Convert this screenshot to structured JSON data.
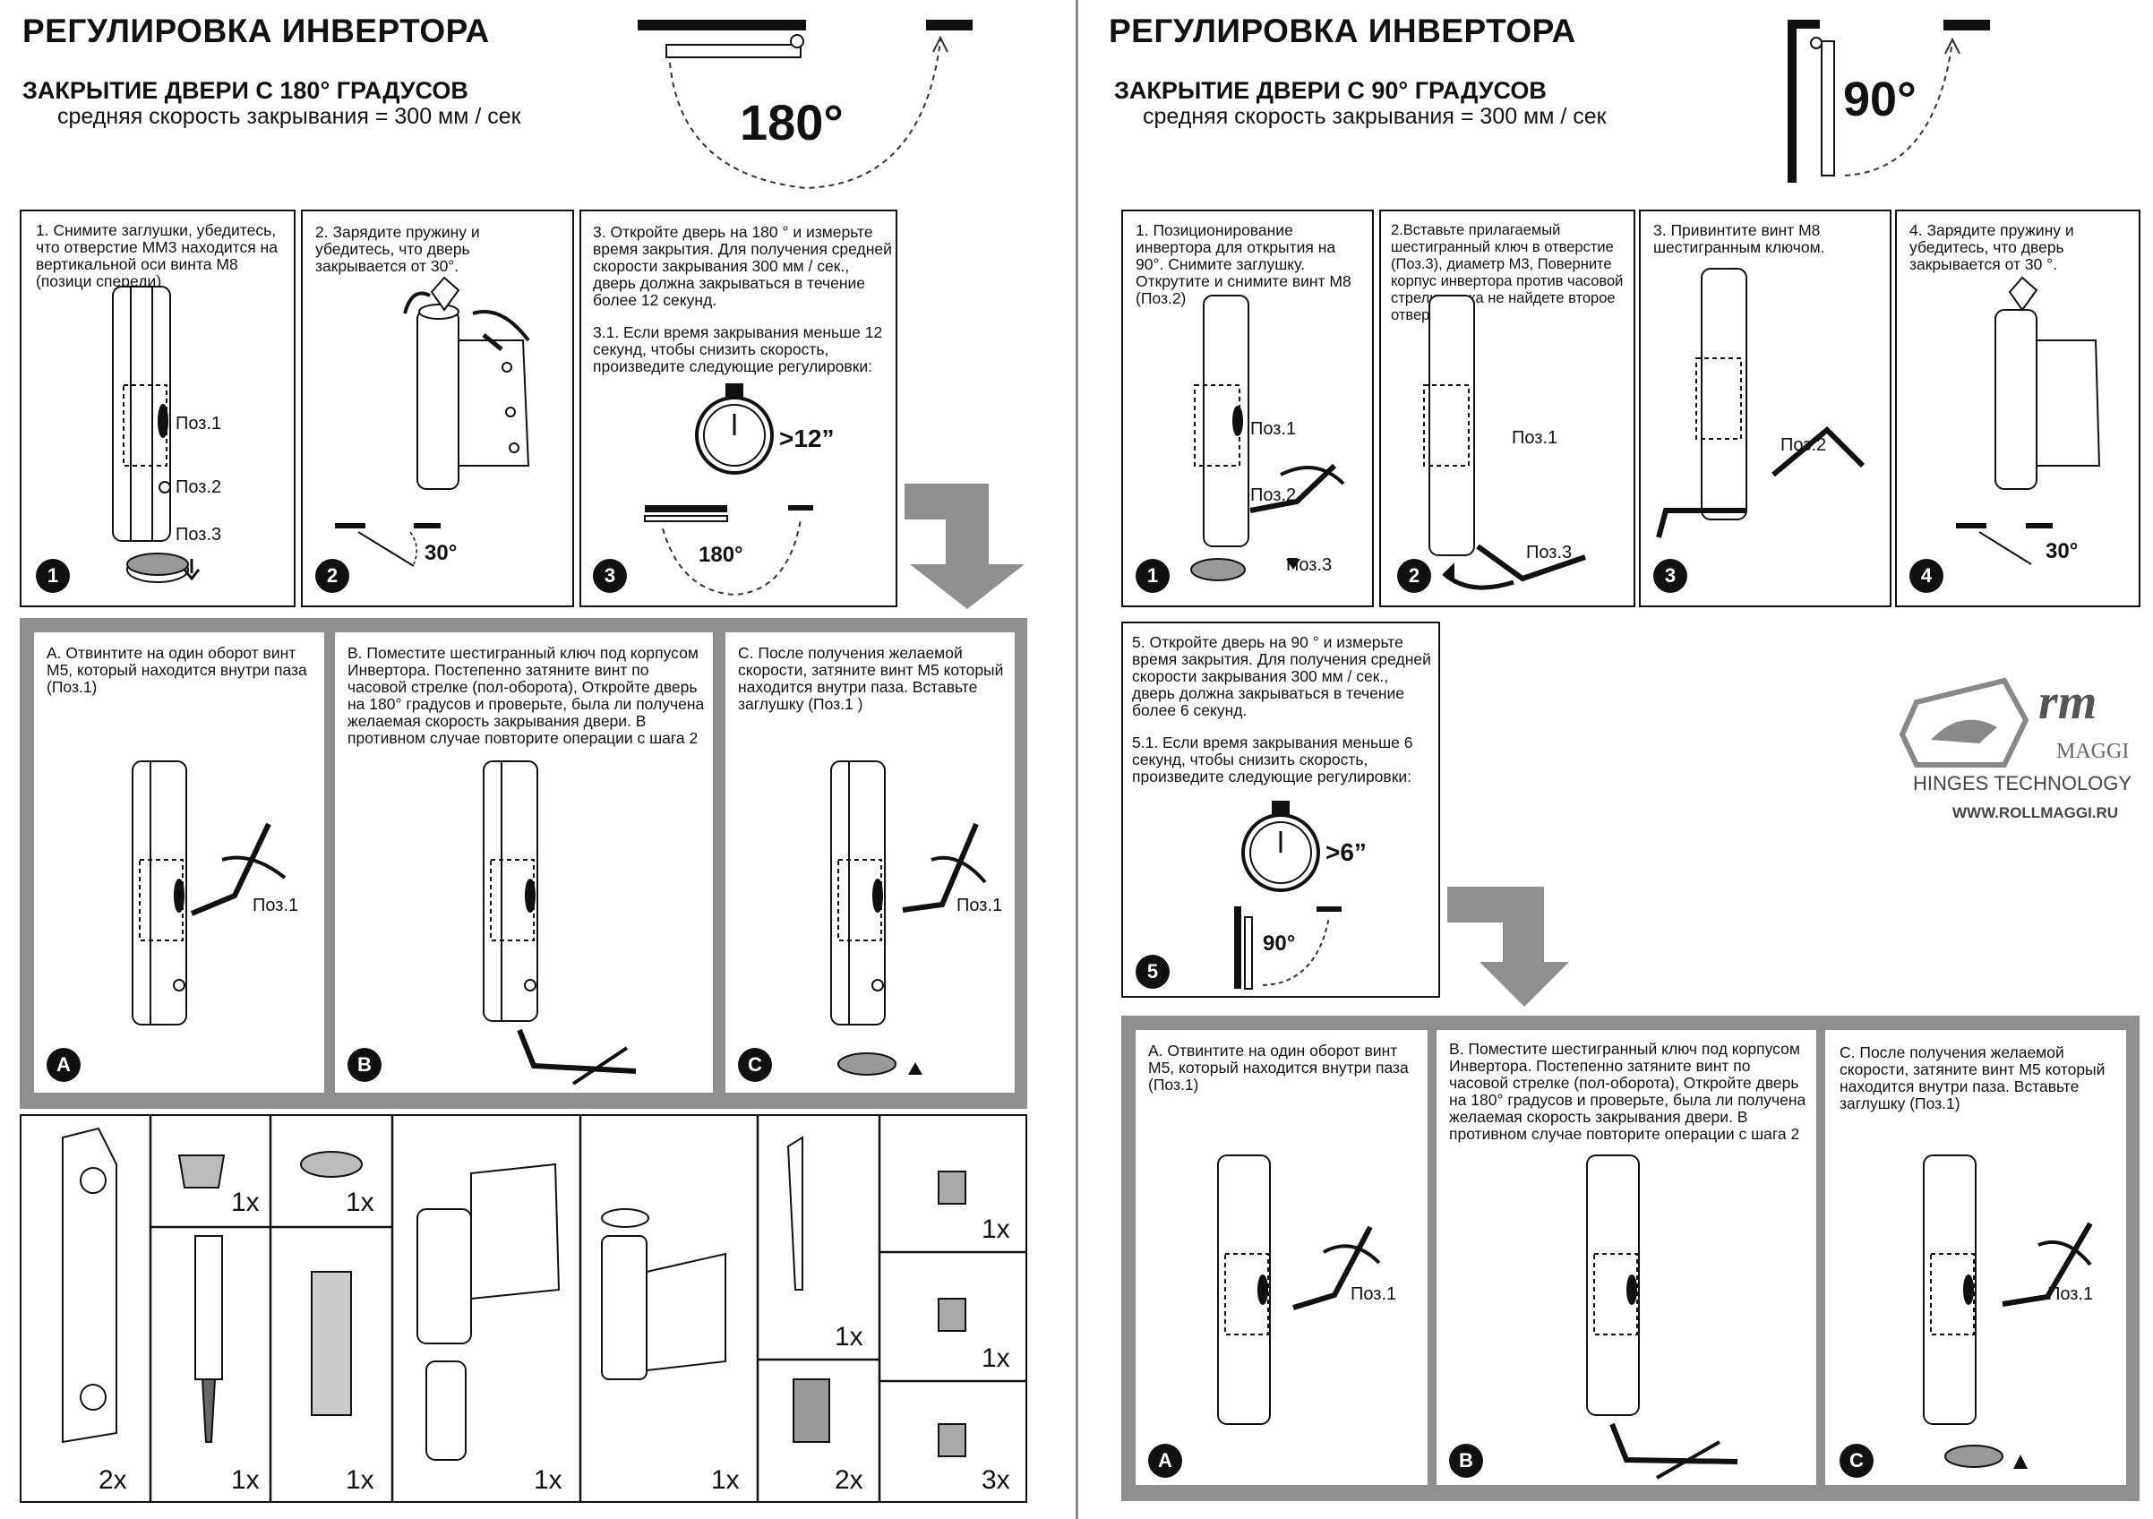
{
  "left": {
    "title": "РЕГУЛИРОВКА ИНВЕРТОРА",
    "subtitle": "ЗАКРЫТИЕ ДВЕРИ С 180° ГРАДУСОВ",
    "speed": "средняя скорость закрывания = 300 мм / сек",
    "angle_big": "180°",
    "steps": [
      {
        "num": "1",
        "text": "1. Снимите заглушки, убедитесь, что отверстие ММ3 находится на вертикальной оси винта М8 (позици спереди)",
        "labels": [
          "Поз.1",
          "Поз.2",
          "Поз.3"
        ]
      },
      {
        "num": "2",
        "text": "2. Зарядите пружину и убедитесь, что дверь закрывается от 30°.",
        "angle": "30°"
      },
      {
        "num": "3",
        "text": "3. Откройте дверь на 180 ° и измерьте время закрытия. Для получения средней скорости закрывания 300 мм / сек., дверь должна закрываться в течение более 12 секунд.",
        "text2": "3.1. Если время закрывания меньше 12 секунд, чтобы снизить скорость, произведите следующие регулировки:",
        "time": ">12”",
        "angle": "180°"
      }
    ],
    "adjust": [
      {
        "num": "A",
        "text": "A. Отвинтите на один оборот винт М5, который находится внутри паза (Поз.1)",
        "label": "Поз.1"
      },
      {
        "num": "B",
        "text": "B. Поместите шестигранный ключ под корпусом Инвертора. Постепенно затяните винт по часовой стрелке (пол-оборота), Откройте дверь на 180° градусов и проверьте, была ли получена желаемая скорость закрывания двери. В противном случае повторите операции с шага 2"
      },
      {
        "num": "C",
        "text": "C. После получения желаемой скорости, затяните винт М5 который находится внутри паза. Вставьте заглушку (Поз.1  )",
        "label": "Поз.1"
      }
    ],
    "parts_counts": [
      "1x",
      "1x",
      "2x",
      "1x",
      "1x",
      "1x",
      "1x",
      "1x",
      "1x",
      "1x",
      "2x",
      "3x"
    ]
  },
  "right": {
    "title": "РЕГУЛИРОВКА ИНВЕРТОРА",
    "subtitle": "ЗАКРЫТИЕ ДВЕРИ С 90° ГРАДУСОВ",
    "speed": "средняя скорость закрывания = 300 мм / сек",
    "angle_big": "90°",
    "steps": [
      {
        "num": "1",
        "text": "1. Позиционирование инвертора для открытия на 90°. Снимите заглушку. Открутите и снимите винт М8 (Поз.2)",
        "labels": [
          "Поз.1",
          "Поз.2",
          "Поз.3"
        ]
      },
      {
        "num": "2",
        "text": "2.Вставьте прилагаемый шестигранный ключ в отверстие (Поз.3), диаметр М3, Поверните корпус инвертора против часовой стрелки, пока не найдете второе отверстия В",
        "labels": [
          "Поз.1",
          "Поз.3"
        ]
      },
      {
        "num": "3",
        "text": "3. Привинтите винт М8 шестигранным ключом.",
        "labels": [
          "Поз.2"
        ]
      },
      {
        "num": "4",
        "text": "4. Зарядите пружину и убедитесь, что дверь закрывается от 30 °.",
        "angle": "30°"
      },
      {
        "num": "5",
        "text": "5. Откройте дверь на 90 ° и измерьте время закрытия. Для получения средней скорости закрывания 300 мм / сек., дверь должна закрываться в течение более 6 секунд.",
        "text2": "5.1. Если время закрывания меньше 6 секунд, чтобы снизить скорость, произведите следующие регулировки:",
        "time": ">6”",
        "angle": "90°"
      }
    ],
    "adjust": [
      {
        "num": "A",
        "text": "A. Отвинтите на один оборот винт М5, который находится внутри паза (Поз.1)",
        "label": "Поз.1"
      },
      {
        "num": "B",
        "text": "B. Поместите шестигранный ключ под корпусом Инвертора. Постепенно затяните винт по часовой стрелке (пол-оборота), Откройте дверь на 180° градусов и проверьте, была ли получена желаемая скорость закрывания двери. В противном случае повторите операции с шага 2"
      },
      {
        "num": "C",
        "text": "C. После получения желаемой скорости, затяните винт М5 который находится внутри паза. Вставьте заглушку (Поз.1)",
        "label": "Поз.1"
      }
    ]
  },
  "logo": {
    "mark": "rm",
    "brand": "MAGGI",
    "tagline": "HINGES TECHNOLOGY",
    "url": "WWW.ROLLMAGGI.RU"
  }
}
